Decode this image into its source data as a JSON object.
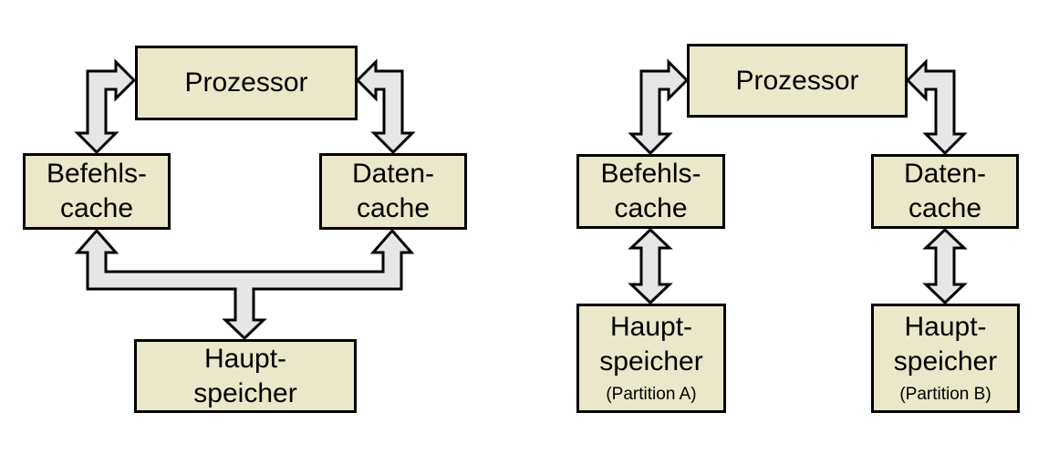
{
  "colors": {
    "background": "#ffffff",
    "box_fill": "#eae8c8",
    "box_border": "#000000",
    "arrow_fill": "#e6e6e6",
    "arrow_stroke": "#000000",
    "text": "#000000"
  },
  "left_diagram": {
    "processor": {
      "label": "Prozessor"
    },
    "instruction_cache": {
      "lines": [
        "Befehls-",
        "cache"
      ]
    },
    "data_cache": {
      "lines": [
        "Daten-",
        "cache"
      ]
    },
    "main_memory": {
      "lines": [
        "Haupt-",
        "speicher"
      ]
    }
  },
  "right_diagram": {
    "processor": {
      "label": "Prozessor"
    },
    "instruction_cache": {
      "lines": [
        "Befehls-",
        "cache"
      ]
    },
    "data_cache": {
      "lines": [
        "Daten-",
        "cache"
      ]
    },
    "main_memory_a": {
      "lines": [
        "Haupt-",
        "speicher"
      ],
      "sub": "(Partition A)"
    },
    "main_memory_b": {
      "lines": [
        "Haupt-",
        "speicher"
      ],
      "sub": "(Partition B)"
    }
  }
}
